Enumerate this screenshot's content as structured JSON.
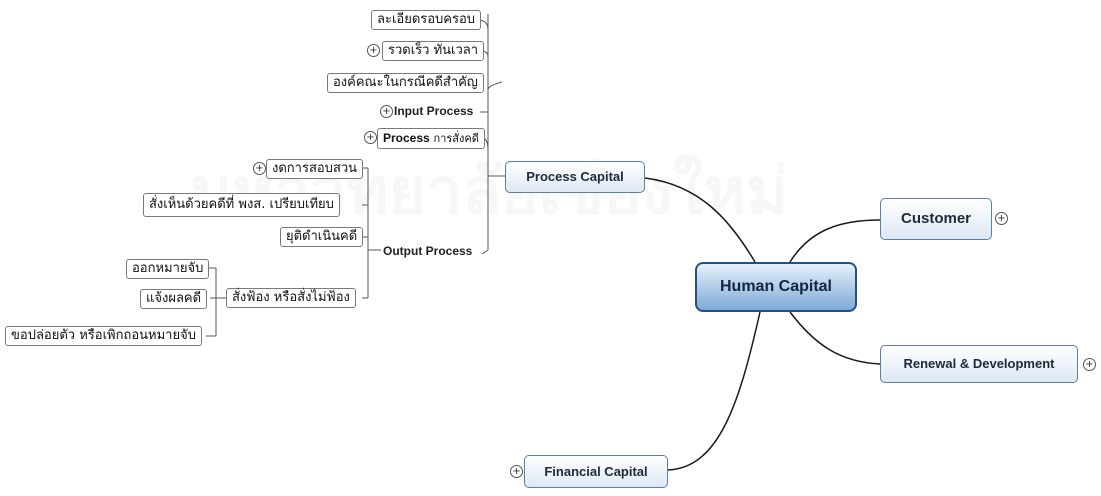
{
  "center": "Human Capital",
  "branches": {
    "process_capital": "Process Capital",
    "customer": "Customer",
    "renewal": "Renewal & Development",
    "financial": "Financial Capital"
  },
  "process": {
    "top_items": [
      "ละเอียดรอบครอบ",
      "รวดเร็ว ทันเวลา",
      "องค์คณะในกรณีคดีสำคัญ"
    ],
    "input_process": "Input Process",
    "process_prefix": "Process",
    "process_suffix": "การสั่งคดี",
    "output_process": "Output Process",
    "output_items": [
      "งดการสอบสวน",
      "สั่งเห็นด้วยคดีที่ พงส. เปรียบเทียบ",
      "ยุติดำเนินคดี",
      "สั่งฟ้อง หรือสั่งไม่ฟ้อง"
    ],
    "prosecute_items": [
      "ออกหมายจับ",
      "แจ้งผลคดี",
      "ขอปล่อยตัว หรือเพิกถอนหมายจับ"
    ]
  },
  "expand_symbol": "+",
  "watermark": "มหาวิทยาลัยเชียงใหม่",
  "colors": {
    "center_top": "#e6f1fc",
    "center_bottom": "#7ea9d6",
    "branch_border": "#5a7fa8",
    "connector": "#1a1a1a"
  }
}
